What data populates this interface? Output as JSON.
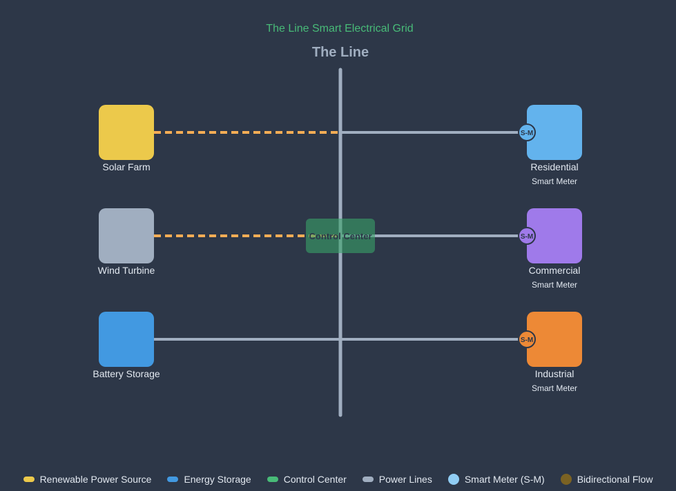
{
  "header": {
    "title": "The Line Smart Electrical Grid",
    "line_title": "The Line"
  },
  "colors": {
    "background": "#2d3748",
    "solar": "#ecc94b",
    "wind": "#a0aec0",
    "battery": "#4299e1",
    "residential": "#63b3ed",
    "commercial": "#9f7aea",
    "industrial": "#ed8936",
    "control_center": "#38a169",
    "power_line": "#a0aec0",
    "flow_dashed": "#f6ad55"
  },
  "sources": [
    {
      "label": "Solar Farm",
      "color": "#ecc94b",
      "connection": "dashed"
    },
    {
      "label": "Wind Turbine",
      "color": "#a0aec0",
      "connection": "dashed"
    },
    {
      "label": "Battery Storage",
      "color": "#4299e1",
      "connection": "solid"
    }
  ],
  "consumers": [
    {
      "label": "Residential",
      "sublabel": "Smart Meter",
      "meter": "S-M",
      "color": "#63b3ed"
    },
    {
      "label": "Commercial",
      "sublabel": "Smart Meter",
      "meter": "S-M",
      "color": "#9f7aea"
    },
    {
      "label": "Industrial",
      "sublabel": "Smart Meter",
      "meter": "S-M",
      "color": "#ed8936"
    }
  ],
  "control_center": {
    "label": "Control Center"
  },
  "legend": [
    {
      "label": "Renewable Power Source",
      "color": "#ecc94b",
      "shape": "pill",
      "icon": "renewable-swatch"
    },
    {
      "label": "Energy Storage",
      "color": "#4299e1",
      "shape": "pill",
      "icon": "storage-swatch"
    },
    {
      "label": "Control Center",
      "color": "#48bb78",
      "shape": "pill",
      "icon": "control-swatch"
    },
    {
      "label": "Power Lines",
      "color": "#a0aec0",
      "shape": "pill",
      "icon": "power-line-swatch"
    },
    {
      "label": "Smart Meter (S-M)",
      "color": "#90cdf4",
      "shape": "dot",
      "icon": "smart-meter-swatch"
    },
    {
      "label": "Bidirectional Flow",
      "color": "#7b6223",
      "shape": "dot",
      "icon": "bidirectional-swatch"
    }
  ]
}
